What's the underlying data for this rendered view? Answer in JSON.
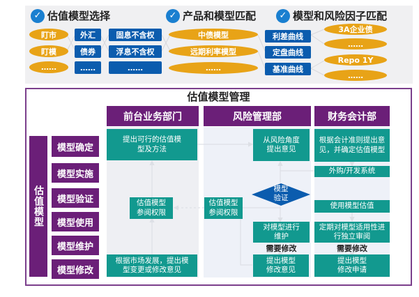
{
  "top_section": {
    "groups": [
      {
        "title": "估值模型选择",
        "icon": "check-circle-icon",
        "pills": [
          "盯市",
          "盯模",
          "……"
        ],
        "boxes_col1": [
          "外汇",
          "债券",
          "……"
        ],
        "boxes_col2": [
          "固息不含权",
          "浮息不含权",
          "……"
        ]
      },
      {
        "title": "产品和模型匹配",
        "icon": "check-circle-icon",
        "pills": [
          "中债模型",
          "远期利率模型",
          "……"
        ]
      },
      {
        "title": "模型和风险因子匹配",
        "icon": "check-circle-icon",
        "boxes": [
          "利差曲线",
          "定盘曲线",
          "基准曲线"
        ],
        "pills": [
          "3A企业债",
          "……",
          "Repo 1Y",
          "……"
        ]
      }
    ]
  },
  "management": {
    "title": "估值模型管理",
    "side_label": "估值模型",
    "stages": [
      "模型确定",
      "模型实施",
      "模型验证",
      "模型使用",
      "模型维护",
      "模型修改"
    ],
    "columns": [
      "前台业务部门",
      "风险管理部",
      "财务会计部"
    ],
    "front_office": {
      "propose": "提出可行的估值模型及方法",
      "access": "估值模型参阅权限",
      "feedback": "根据市场发展，提出模型变更或修改意见"
    },
    "risk": {
      "opinion": "从风险角度提出意见",
      "validate": "模型验证",
      "access": "估值模型参阅权限",
      "maintain": "对模型进行维护",
      "need_modify": "需要修改",
      "propose_modify": "提出模型修改意见"
    },
    "finance": {
      "confirm": "根据会计准则提出意见，并确定估值模型",
      "system": "外购/开发系统",
      "use": "使用模型估值",
      "review": "定期对模型适用性进行独立审阅",
      "need_modify": "需要修改",
      "request_modify": "提出模型修改申请"
    }
  },
  "colors": {
    "purple": "#6b1f78",
    "teal": "#12998f",
    "blue": "#0b5cae",
    "gold": "#e8a317",
    "check_blue": "#1a7fd0"
  }
}
